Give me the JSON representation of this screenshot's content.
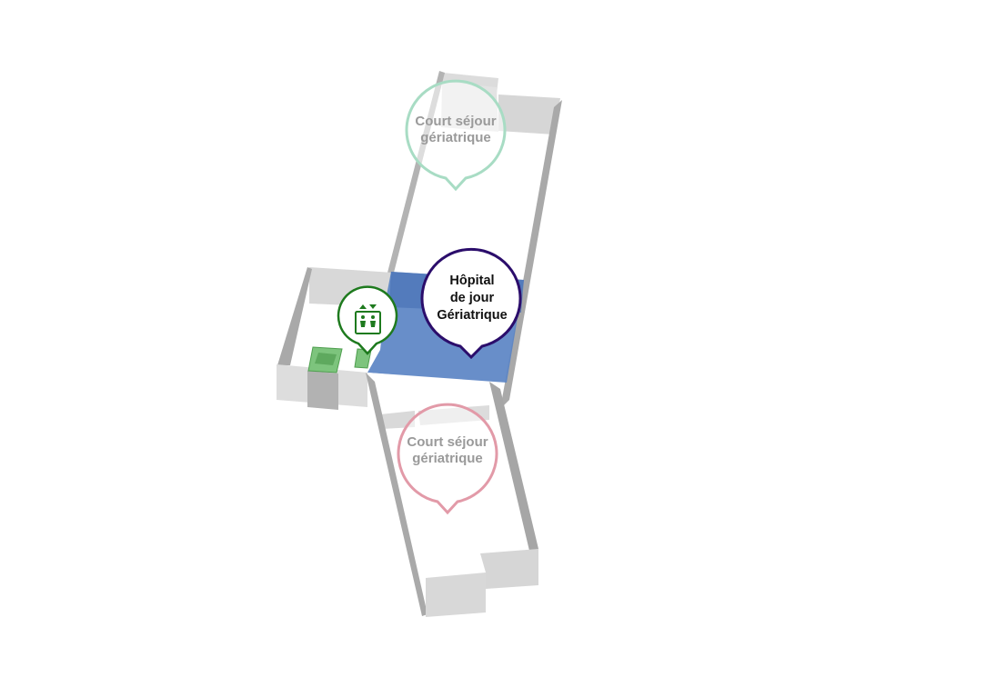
{
  "map": {
    "zones": [
      {
        "id": "north",
        "labels": [
          "Court séjour",
          "gériatrique"
        ],
        "pin_color": "#a8dcc4",
        "text_color": "#9a9a9a"
      },
      {
        "id": "center",
        "labels": [
          "Hôpital",
          "de jour",
          "Gériatrique"
        ],
        "pin_color": "#2b0d6b",
        "text_color": "#111111",
        "highlight_color": "#5b84c4"
      },
      {
        "id": "south",
        "labels": [
          "Court séjour",
          "gériatrique"
        ],
        "pin_color": "#e29aa8",
        "text_color": "#9a9a9a"
      }
    ],
    "elevator": {
      "icon": "elevator-icon",
      "color": "#1e7a1e"
    },
    "stairs": {
      "icon": "stairs-icon",
      "color": "#6cbf6c"
    },
    "colors": {
      "wall_light": "#dcdcdc",
      "wall_mid": "#c4c4c4",
      "wall_dark": "#a9a9a9",
      "floor": "#ffffff"
    }
  }
}
